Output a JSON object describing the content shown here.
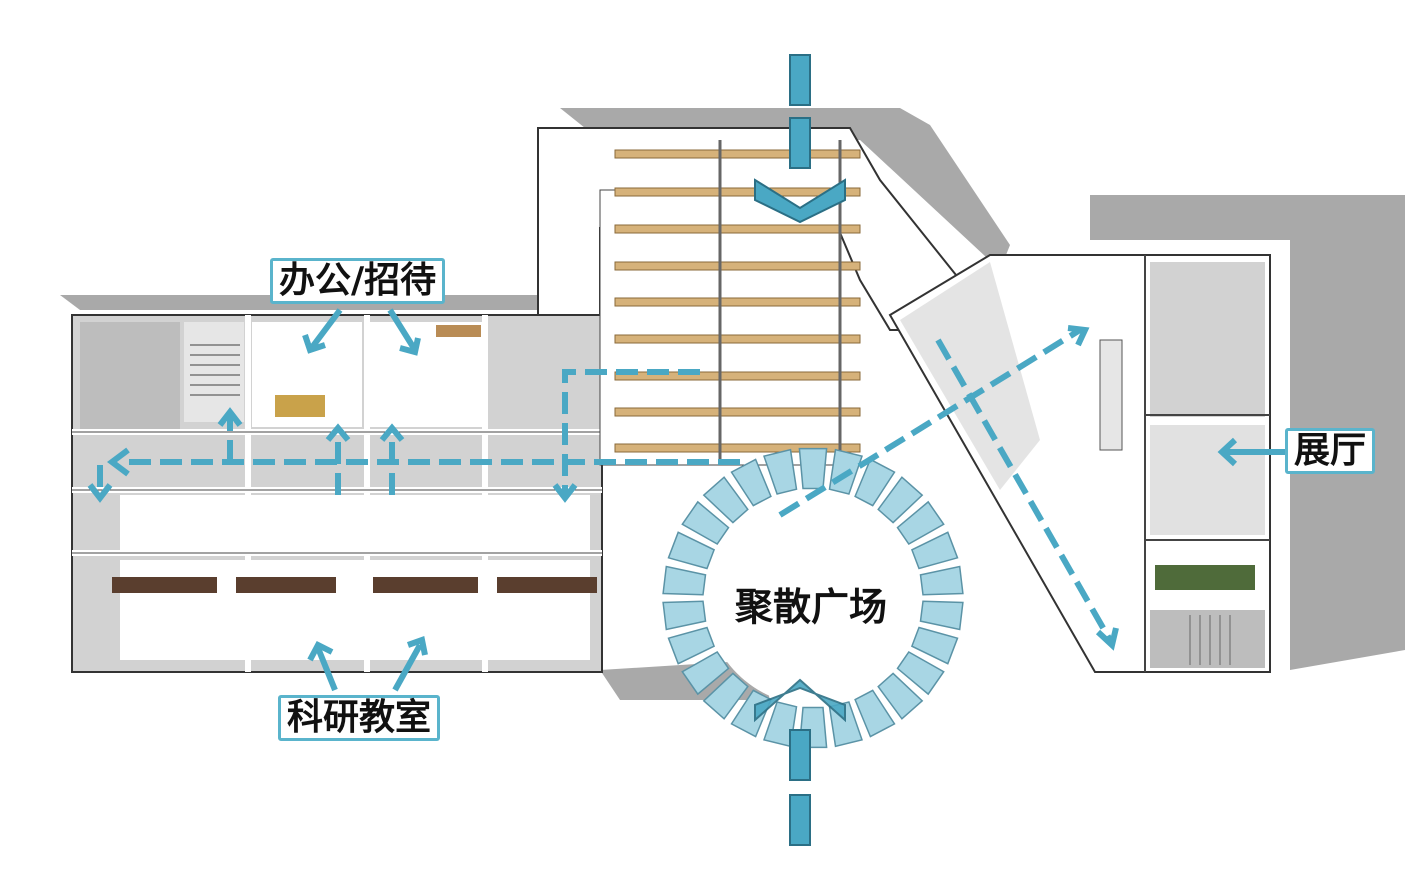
{
  "labels": {
    "office": "办公/招待",
    "exhibition": "展厅",
    "plaza": "聚散广场",
    "classroom": "科研教室"
  },
  "colors": {
    "accent": "#4aa8c4",
    "label_border": "#5ab4cc",
    "shadow": "#a9a9a9",
    "floor": "#d2d2d2",
    "wood": "#d6b27a"
  },
  "icons": [
    "arrow-down-icon",
    "arrow-up-icon",
    "circulation-arrow-icon"
  ]
}
